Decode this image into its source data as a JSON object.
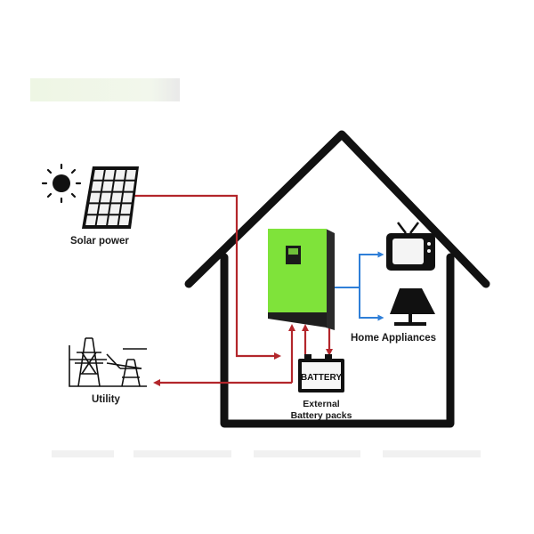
{
  "labels": {
    "solar": "Solar power",
    "appliances": "Home Appliances",
    "utility": "Utility",
    "battery_text": "BATTERY",
    "battery_packs_line1": "External",
    "battery_packs_line2": "Battery packs"
  },
  "colors": {
    "house": "#111111",
    "power_line": "#b3262b",
    "appliance_line": "#2f7fd8",
    "inverter_green": "#7fe33a",
    "inverter_dark": "#1e1e1e"
  },
  "icons": {
    "sun": "sun-icon",
    "solar_panel": "solar-panel-icon",
    "inverter": "inverter-icon",
    "tv": "tv-icon",
    "lamp": "lamp-icon",
    "battery": "battery-icon",
    "utility": "power-tower-icon"
  }
}
